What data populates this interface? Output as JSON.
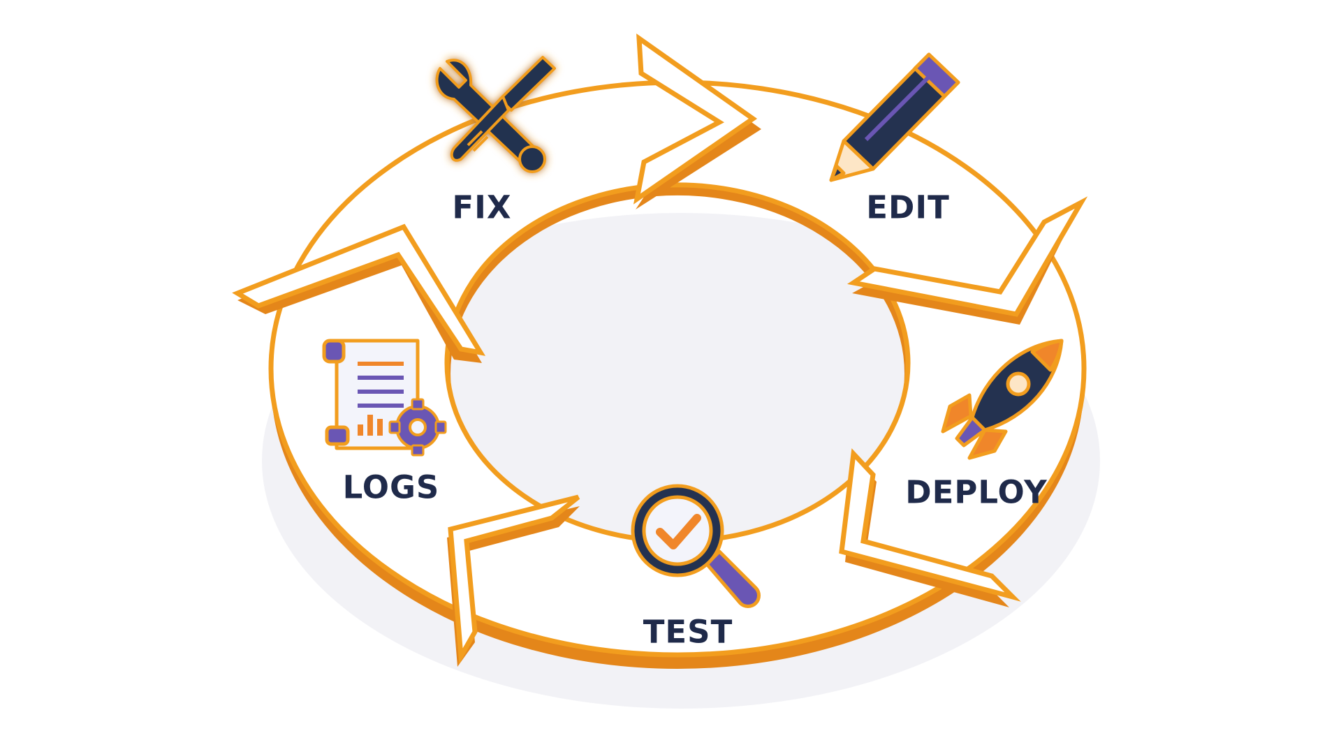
{
  "diagram": {
    "stages": [
      {
        "id": "fix",
        "label": "FIX",
        "icon": "wrench-screwdriver-icon"
      },
      {
        "id": "edit",
        "label": "EDIT",
        "icon": "pencil-icon"
      },
      {
        "id": "deploy",
        "label": "DEPLOY",
        "icon": "rocket-icon"
      },
      {
        "id": "test",
        "label": "TEST",
        "icon": "magnifier-check-icon"
      },
      {
        "id": "logs",
        "label": "LOGS",
        "icon": "log-document-gear-icon"
      }
    ],
    "flow": [
      "FIX",
      "EDIT",
      "DEPLOY",
      "TEST",
      "LOGS"
    ],
    "colors": {
      "ring_stroke": "#f29d1e",
      "ring_side": "#e4861a",
      "ring_fill": "#ffffff",
      "label": "#1f2a4a",
      "icon_dark": "#243250",
      "icon_purple": "#6a56b4",
      "icon_orange": "#f0862a",
      "shadow": "#e3e4ec"
    }
  }
}
